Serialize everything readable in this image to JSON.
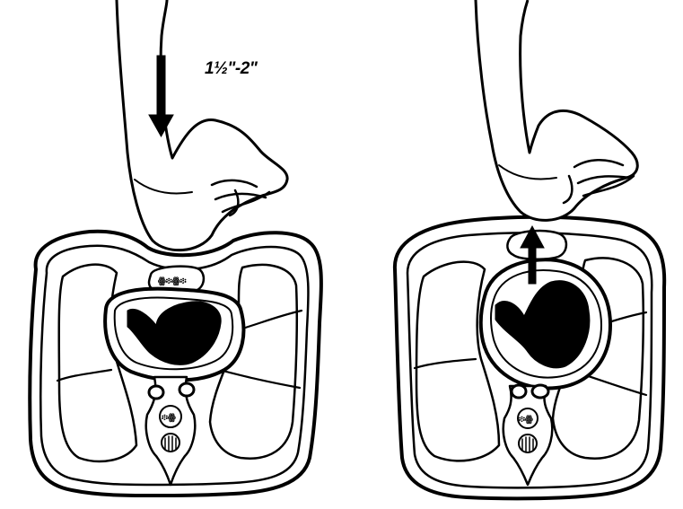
{
  "depth_label": "1½\"-2\"",
  "colors": {
    "ink": "#000000",
    "background": "#ffffff"
  },
  "panels": [
    {
      "id": "compression",
      "arrow_direction": "down"
    },
    {
      "id": "release",
      "arrow_direction": "up"
    }
  ]
}
